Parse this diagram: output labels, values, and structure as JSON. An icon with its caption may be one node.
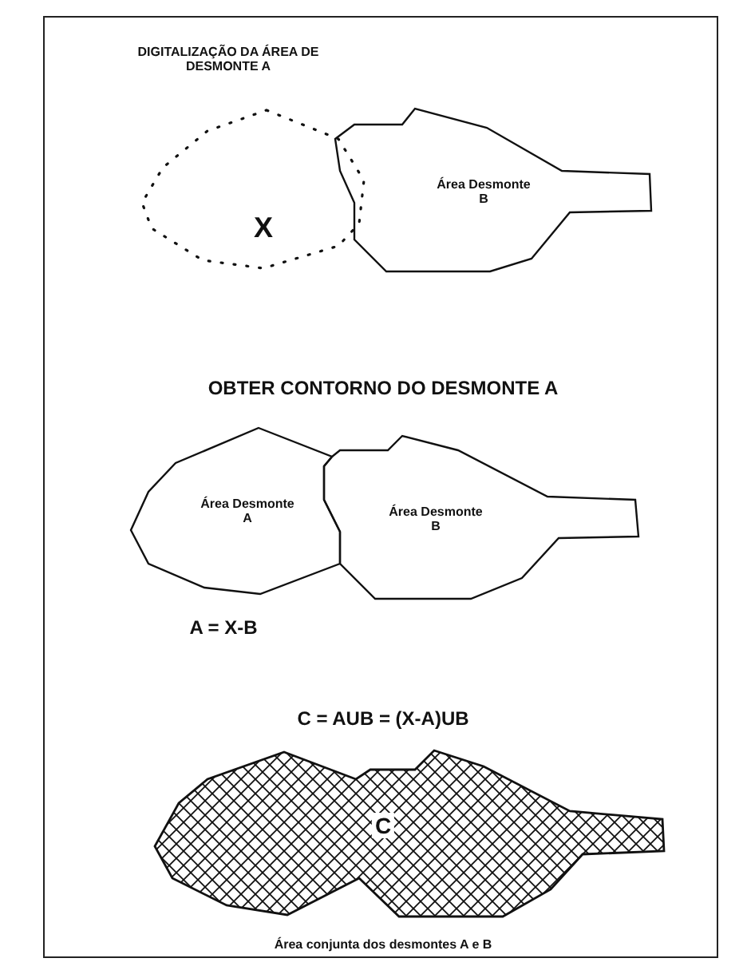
{
  "diagram": {
    "nodes": [
      {
        "text": [
          "X"
        ]
      },
      {
        "text": [
          "Área Desmonte B"
        ]
      },
      {
        "text": [
          "Área Desmonte A"
        ]
      },
      {
        "text": [
          "Área Desmonte B"
        ]
      },
      {
        "text": [
          "C"
        ]
      }
    ],
    "labels": [
      "DIGITALIZAÇÃO DA ÁREA DE DESMONTE A",
      "OBTER CONTORNO DO DESMONTE A",
      "A = X-B",
      "C = AUB = (X-A)UB",
      "Área conjunta dos desmontes A e B"
    ]
  }
}
